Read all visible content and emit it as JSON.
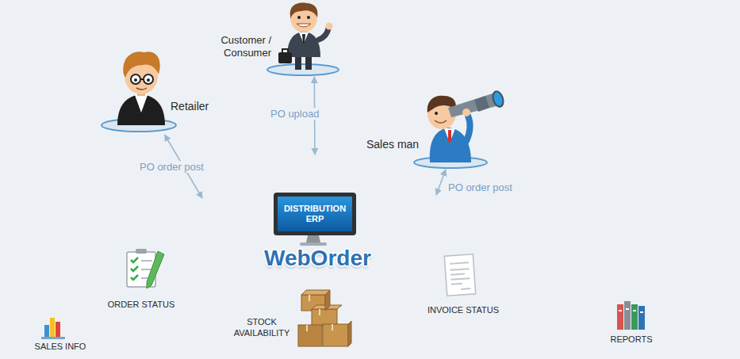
{
  "diagram": {
    "nodes": [
      {
        "text": [
          "Customer / Consumer"
        ]
      },
      {
        "text": [
          "Retailer"
        ]
      },
      {
        "text": [
          "Sales man"
        ]
      },
      {
        "text": [
          "WebOrder"
        ]
      },
      {
        "text": [
          "DISTRIBUTION ERP"
        ],
        "in": 3
      }
    ],
    "edges": [
      {
        "from": 0,
        "to": 3,
        "label": "PO upload",
        "arrow": "both"
      },
      {
        "from": 1,
        "to": 3,
        "label": "PO order post",
        "arrow": "both"
      },
      {
        "from": 2,
        "to": 3,
        "label": "PO order post",
        "arrow": "both"
      }
    ],
    "labels": [
      "ORDER STATUS",
      "STOCK AVAILABILITY",
      "INVOICE STATUS",
      "SALES INFO",
      "REPORTS"
    ]
  }
}
